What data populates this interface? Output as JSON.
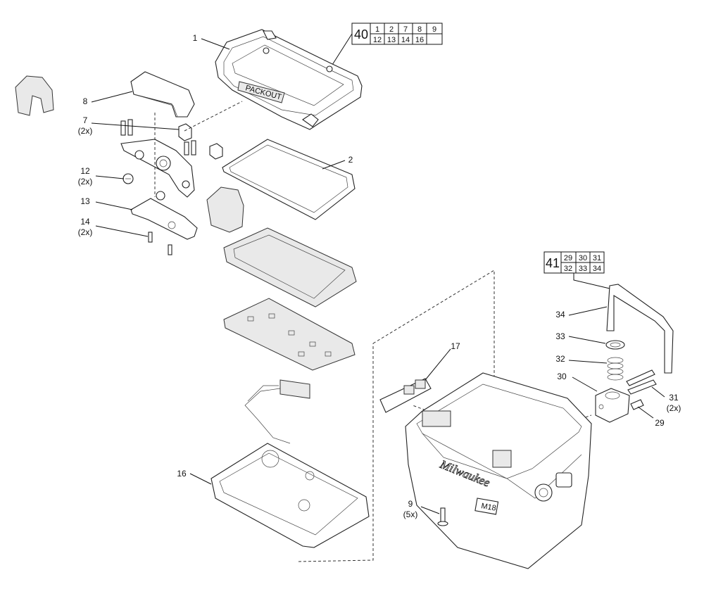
{
  "kits": [
    {
      "id": "kit-40",
      "number": "40",
      "parts_row1": [
        "1",
        "2",
        "7",
        "8",
        "9"
      ],
      "parts_row2": [
        "12",
        "13",
        "14",
        "16",
        ""
      ]
    },
    {
      "id": "kit-41",
      "number": "41",
      "parts_row1": [
        "29",
        "30",
        "31"
      ],
      "parts_row2": [
        "32",
        "33",
        "34"
      ]
    }
  ],
  "callouts": [
    {
      "number": "1",
      "qty": ""
    },
    {
      "number": "2",
      "qty": ""
    },
    {
      "number": "7",
      "qty": "(2x)"
    },
    {
      "number": "8",
      "qty": ""
    },
    {
      "number": "9",
      "qty": "(5x)"
    },
    {
      "number": "12",
      "qty": "(2x)"
    },
    {
      "number": "13",
      "qty": ""
    },
    {
      "number": "14",
      "qty": "(2x)"
    },
    {
      "number": "16",
      "qty": ""
    },
    {
      "number": "17",
      "qty": ""
    },
    {
      "number": "29",
      "qty": ""
    },
    {
      "number": "30",
      "qty": ""
    },
    {
      "number": "31",
      "qty": "(2x)"
    },
    {
      "number": "32",
      "qty": ""
    },
    {
      "number": "33",
      "qty": ""
    },
    {
      "number": "34",
      "qty": ""
    }
  ],
  "part_markings": {
    "brand": "Milwaukee",
    "lid_badge": "PACKOUT",
    "platform": "M18"
  }
}
